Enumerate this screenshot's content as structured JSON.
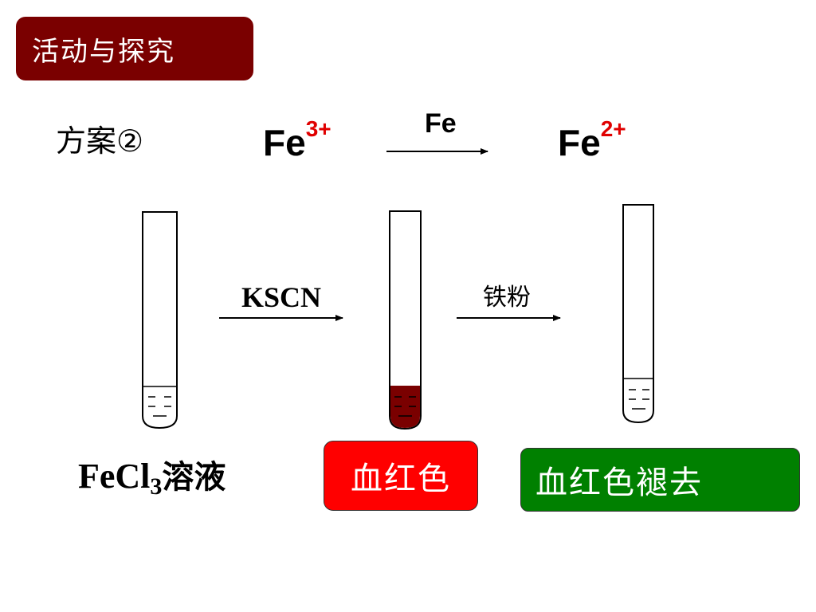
{
  "title": "活动与探究",
  "plan_label": "方案②",
  "equation": {
    "reactant": "Fe",
    "reactant_charge": "3+",
    "reagent": "Fe",
    "product": "Fe",
    "product_charge": "2+"
  },
  "steps": {
    "reagent_1": "KSCN",
    "reagent_2": "铁粉"
  },
  "solution": {
    "formula_prefix": "FeCl",
    "formula_subscript": "3",
    "suffix": "溶液"
  },
  "results": {
    "red": "血红色",
    "faded": "血红色褪去"
  },
  "colors": {
    "title_bg": "#7a0000",
    "charge": "#e00000",
    "blood_red_liquid": "#7a0000",
    "red_box": "#ff0000",
    "green_box": "#008000"
  }
}
